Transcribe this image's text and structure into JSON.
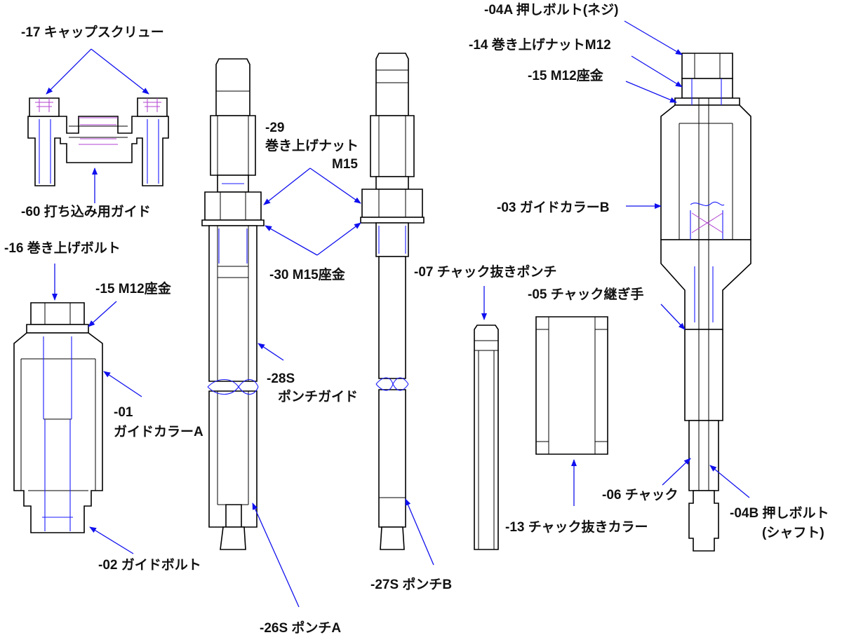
{
  "drawing": {
    "colors": {
      "line": "#000000",
      "leader": "#1010ee",
      "hidden_blue": "#1a1aff",
      "hidden_magenta": "#b040d0",
      "background": "#ffffff"
    },
    "labels": {
      "p17": "-17 キャップスクリュー",
      "p60": "-60 打ち込み用ガイド",
      "p16": "-16 巻き上げボルト",
      "p15a": "-15 M12座金",
      "p01_num": "-01",
      "p01_name": "ガイドカラーA",
      "p02": "-02 ガイドボルト",
      "p29_num": "-29",
      "p29_name": "巻き上げナット",
      "p29_size": "M15",
      "p30": "-30 M15座金",
      "p28_num": "-28S",
      "p28_name": "ポンチガイド",
      "p26": "-26S ポンチA",
      "p27": "-27S ポンチB",
      "p07": "-07 チャック抜きポンチ",
      "p05": "-05 チャック継ぎ手",
      "p13": "-13 チャック抜きカラー",
      "p04a": "-04A 押しボルト(ネジ)",
      "p14": "-14 巻き上げナットM12",
      "p15b": "-15 M12座金",
      "p03": "-03 ガイドカラーB",
      "p06": "-06 チャック",
      "p04b_1": "-04B 押しボルト",
      "p04b_2": "(シャフト)"
    }
  }
}
